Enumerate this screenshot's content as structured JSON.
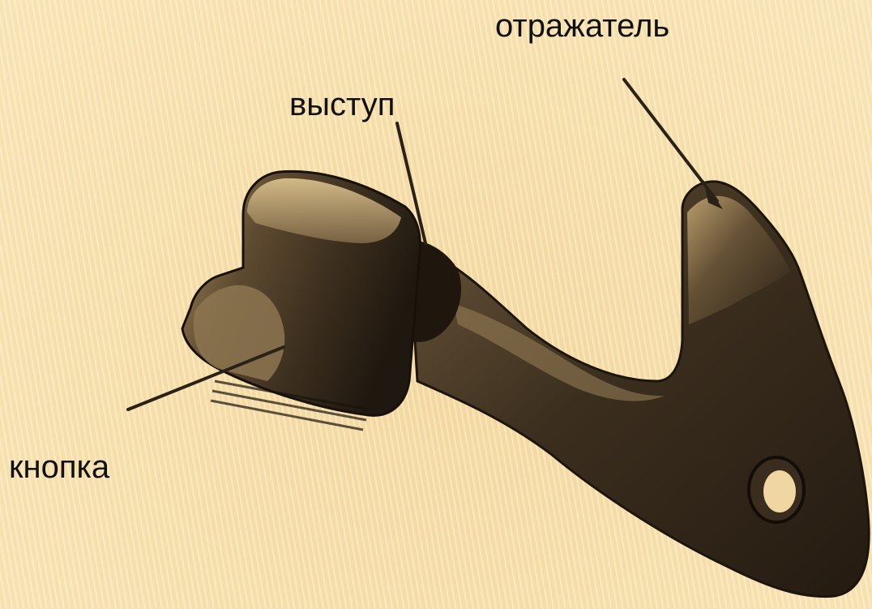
{
  "diagram": {
    "labels": {
      "reflector": "отражатель",
      "ledge": "выступ",
      "button": "кнопка"
    }
  },
  "colors": {
    "background": "#f6dfa6",
    "part_dark": "#2a2116",
    "part_mid": "#5b4a33",
    "part_light": "#c9ad7c",
    "leader_line": "#2a2218"
  }
}
